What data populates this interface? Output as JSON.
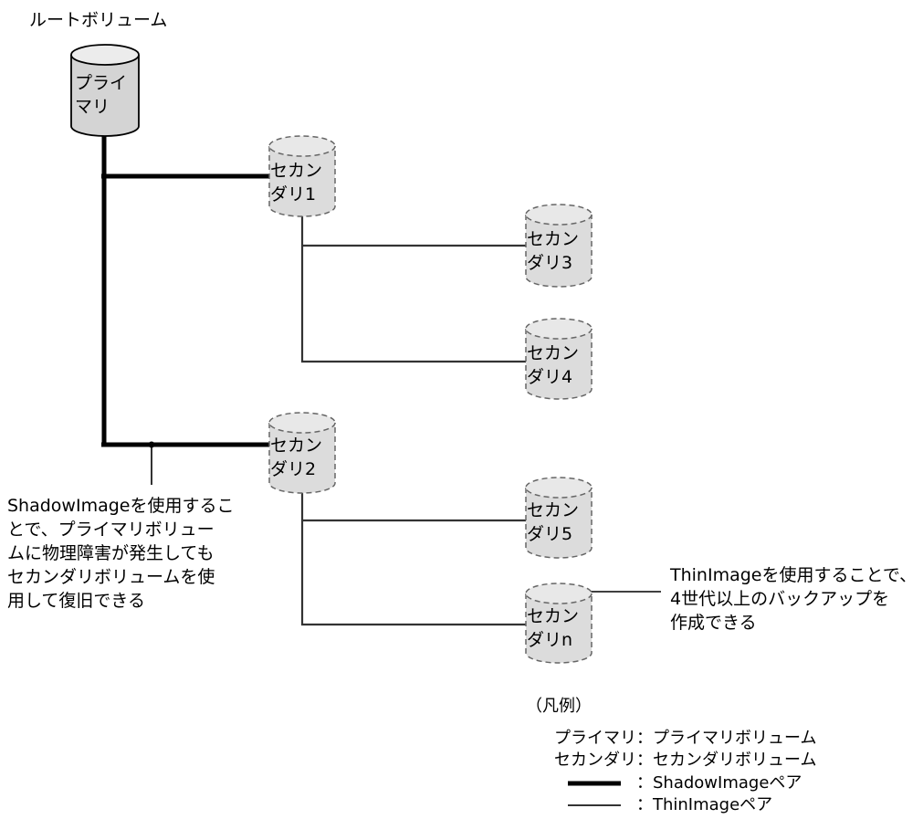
{
  "root_label": "ルートボリューム",
  "volumes": {
    "primary": [
      "プライ",
      "マリ"
    ],
    "secondary1": [
      "セカン",
      "ダリ1"
    ],
    "secondary2": [
      "セカン",
      "ダリ2"
    ],
    "secondary3": [
      "セカン",
      "ダリ3"
    ],
    "secondary4": [
      "セカン",
      "ダリ4"
    ],
    "secondary5": [
      "セカン",
      "ダリ5"
    ],
    "secondaryn": [
      "セカン",
      "ダリn"
    ]
  },
  "annotation_shadowimage": [
    "ShadowImageを使用するこ",
    "とで、プライマリボリュー",
    "ムに物理障害が発生しても",
    "セカンダリボリュームを使",
    "用して復旧できる"
  ],
  "annotation_thinimage": [
    "ThinImageを使用することで、",
    "4世代以上のバックアップを",
    "作成できる"
  ],
  "legend": {
    "title": "（凡例）",
    "primary_term": "プライマリ",
    "primary_desc": "：プライマリボリューム",
    "secondary_term": "セカンダリ",
    "secondary_desc": "：セカンダリボリューム",
    "shadowimage_desc": "：ShadowImageペア",
    "thinimage_desc": "：ThinImageペア"
  },
  "colors": {
    "primary_fill": "#d4d4d4",
    "secondary_fill": "#dcdcdc",
    "line": "#000000",
    "thin_line": "#3a3a3a"
  }
}
